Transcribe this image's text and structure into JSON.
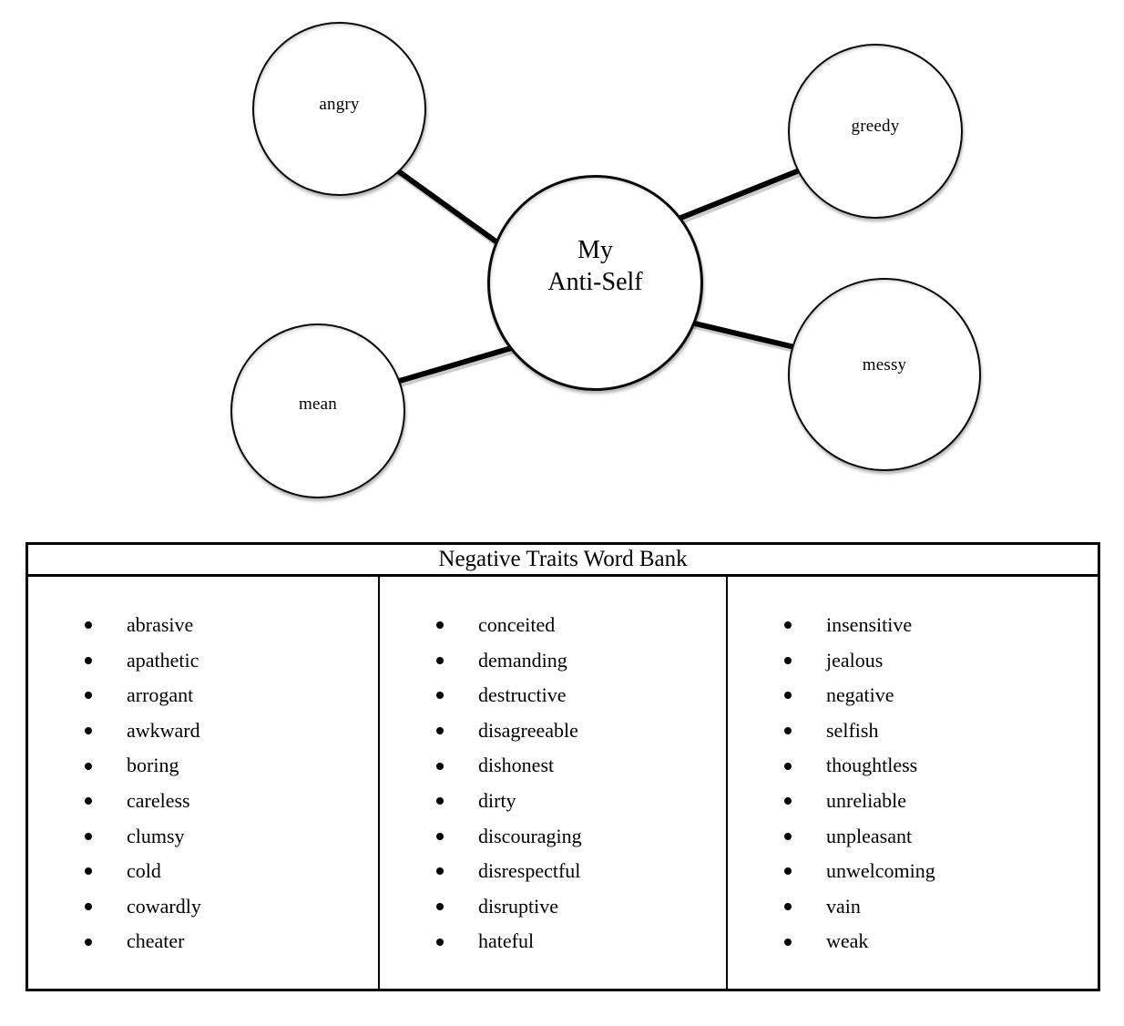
{
  "diagram": {
    "center": {
      "lines": [
        "My",
        "Anti-Self"
      ]
    },
    "nodes": [
      {
        "id": "angry",
        "label": "angry"
      },
      {
        "id": "greedy",
        "label": "greedy"
      },
      {
        "id": "mean",
        "label": "mean"
      },
      {
        "id": "messy",
        "label": "messy"
      }
    ]
  },
  "word_bank": {
    "title": "Negative Traits Word Bank",
    "columns": [
      [
        "abrasive",
        "apathetic",
        "arrogant",
        "awkward",
        "boring",
        "careless",
        "clumsy",
        "cold",
        "cowardly",
        "cheater"
      ],
      [
        "conceited",
        "demanding",
        "destructive",
        "disagreeable",
        "dishonest",
        "dirty",
        "discouraging",
        "disrespectful",
        "disruptive",
        "hateful"
      ],
      [
        "insensitive",
        "jealous",
        "negative",
        "selfish",
        "thoughtless",
        "unreliable",
        "unpleasant",
        "unwelcoming",
        "vain",
        "weak"
      ]
    ]
  },
  "colors": {
    "ink": "#000000",
    "background": "#ffffff",
    "connector_shadow": "#bbbbbb"
  }
}
